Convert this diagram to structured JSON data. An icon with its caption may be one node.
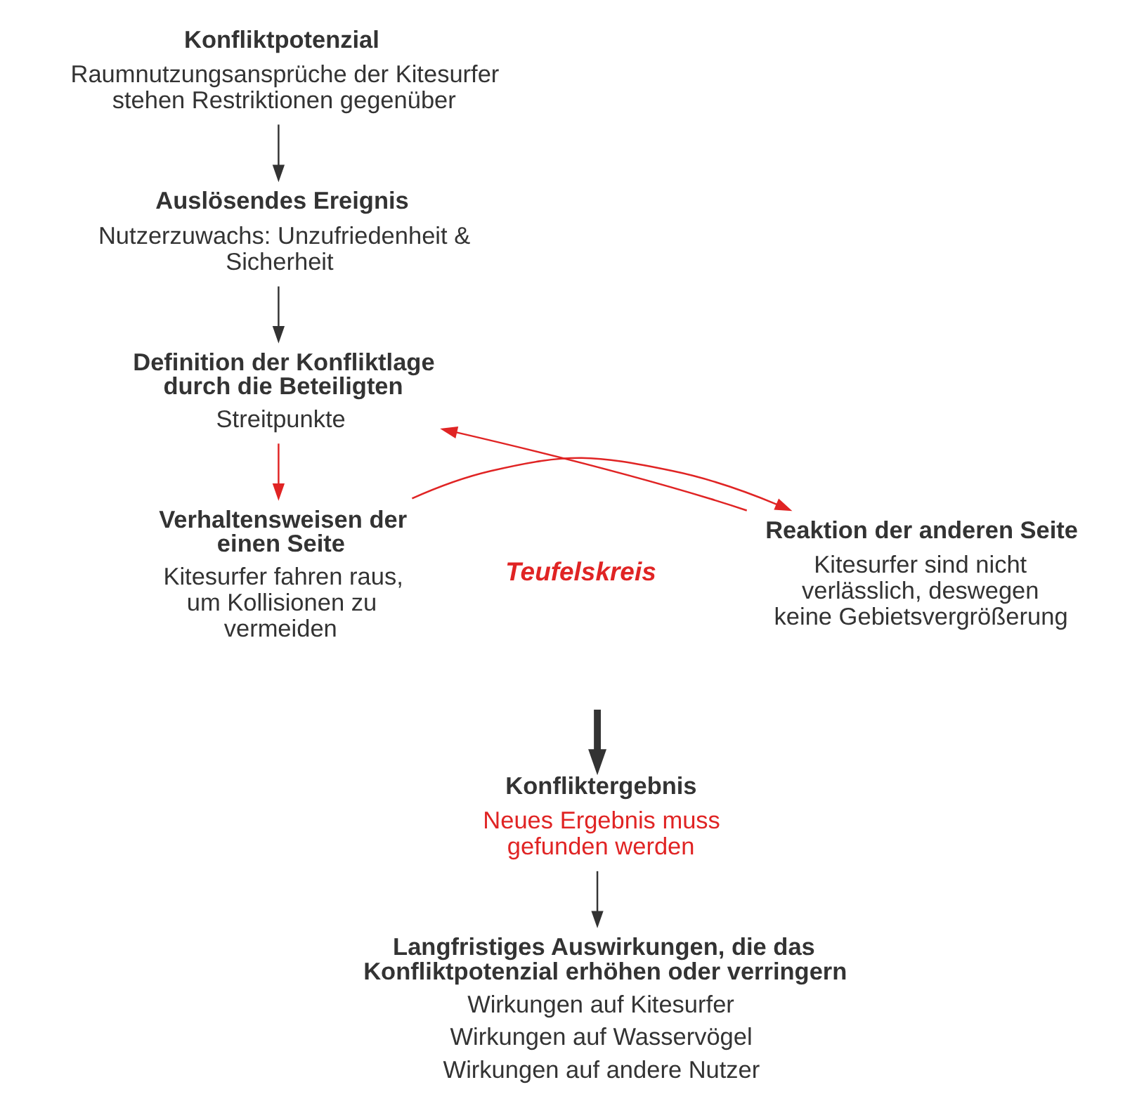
{
  "diagram": {
    "nodes": [
      {
        "text": [
          "Konfliktpotenzial",
          "Raumnutzungsansprüche der Kitesurfer stehen Restriktionen gegenüber"
        ]
      },
      {
        "text": [
          "Auslösendes Ereignis",
          "Nutzerzuwachs: Unzufriedenheit & Sicherheit"
        ]
      },
      {
        "text": [
          "Definition der Konfliktlage durch die Beteiligten",
          "Streitpunkte"
        ]
      },
      {
        "text": [
          "Verhaltensweisen der einen Seite",
          "Kitesurfer fahren raus, um Kollisionen zu vermeiden"
        ]
      },
      {
        "text": [
          "Reaktion der anderen Seite",
          "Kitesurfer sind nicht verlässlich, deswegen keine Gebietsvergrößerung"
        ]
      },
      {
        "text": [
          "Konfliktergebnis",
          "Neues Ergebnis muss gefunden werden"
        ]
      },
      {
        "text": [
          "Langfristiges Auswirkungen, die das Konfliktpotenzial erhöhen oder verringern",
          "Wirkungen auf Kitesurfer",
          "Wirkungen auf Wasservögel",
          "Wirkungen auf andere Nutzer"
        ]
      }
    ],
    "edges": [
      {
        "from": 0,
        "to": 1,
        "arrow": "to"
      },
      {
        "from": 1,
        "to": 2,
        "arrow": "to"
      },
      {
        "from": 2,
        "to": 3,
        "arrow": "to",
        "color": "#e02424"
      },
      {
        "from": 3,
        "to": 4,
        "arrow": "to",
        "color": "#e02424"
      },
      {
        "from": 4,
        "to": 2,
        "arrow": "to",
        "color": "#e02424"
      },
      {
        "from": null,
        "to": 5,
        "arrow": "to",
        "style": "thick"
      },
      {
        "from": 5,
        "to": 6,
        "arrow": "to"
      }
    ],
    "labels": [
      "Teufelskreis"
    ]
  }
}
